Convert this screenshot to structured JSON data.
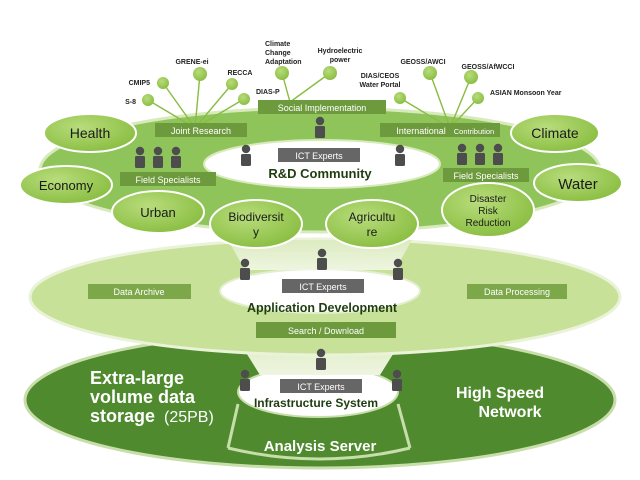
{
  "projects": {
    "s8": "S-8",
    "cmip5": "CMIP5",
    "grene": "GRENE-ei",
    "recca": "RECCA",
    "diasp": "DIAS-P",
    "climate_change_1": "Climate",
    "climate_change_2": "Change",
    "climate_change_3": "Adaptation",
    "hydro_1": "Hydroelectric",
    "hydro_2": "power",
    "dias_ceos_1": "DIAS/CEOS",
    "dias_ceos_2": "Water Portal",
    "geoss_awci": "GEOSS/AWCI",
    "geoss_afwcci": "GEOSS/AfWCCI",
    "asian_monsoon": "ASIAN Monsoon Year"
  },
  "rd_layer": {
    "social_implementation": "Social Implementation",
    "joint_research": "Joint Research",
    "international": "International",
    "contribution": "Contribution",
    "field_specialists_left": "Field Specialists",
    "field_specialists_right": "Field Specialists",
    "ict_experts": "ICT Experts",
    "title": "R&D Community",
    "fields": {
      "health": "Health",
      "climate": "Climate",
      "economy": "Economy",
      "water": "Water",
      "urban": "Urban",
      "biodiversity_1": "Biodiversit",
      "biodiversity_2": "y",
      "agriculture_1": "Agricultu",
      "agriculture_2": "re",
      "disaster_1": "Disaster",
      "disaster_2": "Risk",
      "disaster_3": "Reduction"
    }
  },
  "app_layer": {
    "data_archive": "Data Archive",
    "data_processing": "Data Processing",
    "ict_experts": "ICT Experts",
    "title": "Application Development",
    "search_download": "Search / Download"
  },
  "infra_layer": {
    "storage_1": "Extra-large",
    "storage_2": "volume  data",
    "storage_3": "storage",
    "storage_size": "(25PB)",
    "network_1": "High Speed",
    "network_2": "Network",
    "ict_experts": "ICT Experts",
    "title": "Infrastructure System",
    "analysis_server": "Analysis Server"
  },
  "colors": {
    "dark_green": "#4f8a2e",
    "mid_green": "#8fc45a",
    "light_green": "#cfe3a8",
    "pale_green": "#e4efcc",
    "field_green": "#9acb55",
    "box_green": "#6e9a3e",
    "person_gray": "#4d4d4d"
  }
}
